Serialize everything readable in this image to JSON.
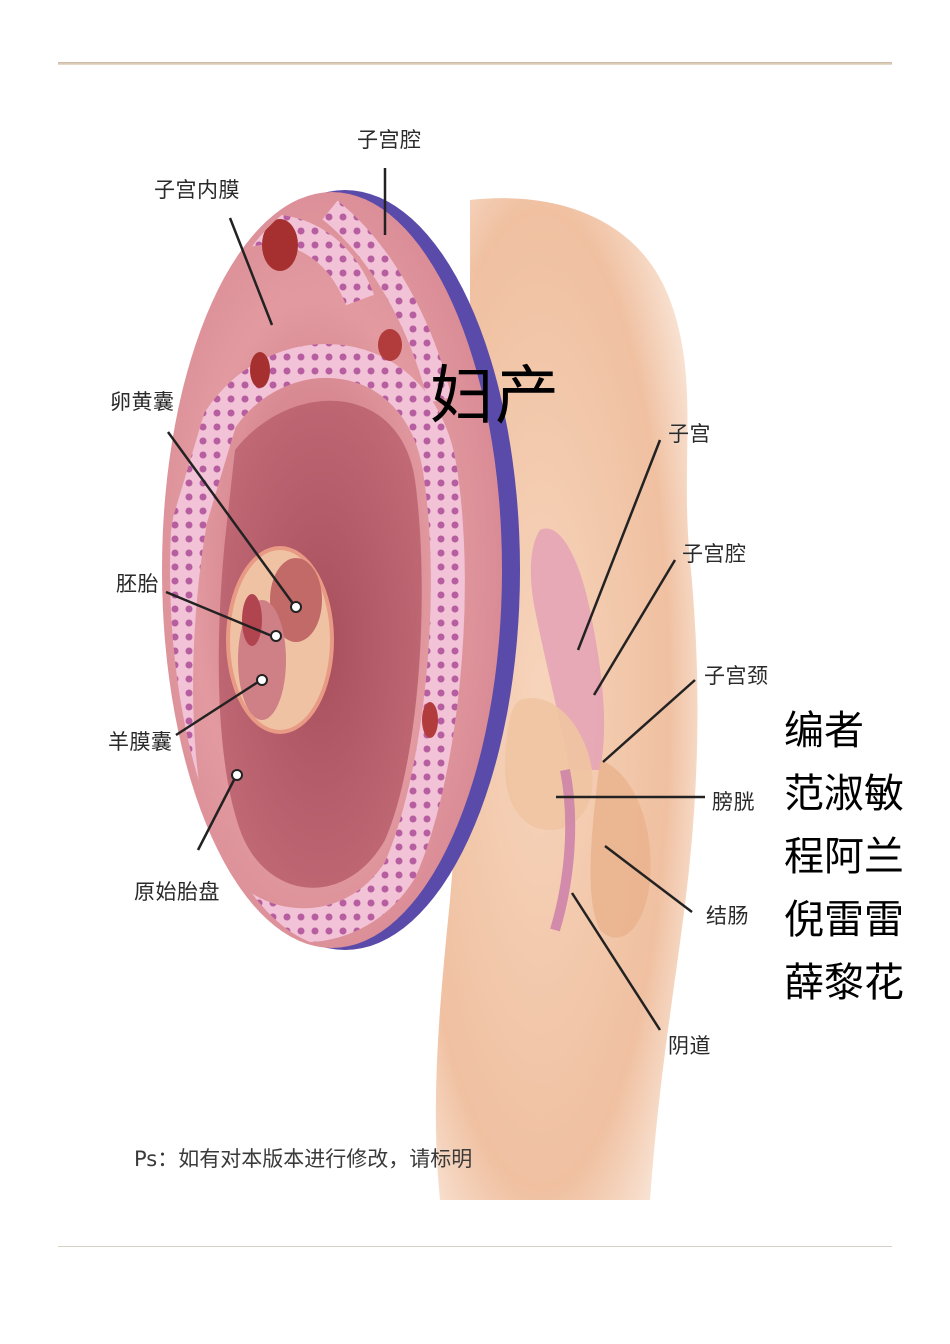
{
  "title": "妇产",
  "authors_heading": "编者",
  "authors": [
    "范淑敏",
    "程阿兰",
    "倪雷雷",
    "薛黎花"
  ],
  "note": "Ps：如有对本版本进行修改，请标明",
  "labels": {
    "uterine_cavity_top": "子宫腔",
    "endometrium": "子宫内膜",
    "yolk_sac": "卵黄囊",
    "embryo": "胚胎",
    "amniotic_sac": "羊膜囊",
    "primitive_placenta": "原始胎盘",
    "uterus": "子宫",
    "uterine_cavity": "子宫腔",
    "cervix": "子宫颈",
    "bladder": "膀胱",
    "colon": "结肠",
    "vagina": "阴道"
  },
  "colors": {
    "tissue": "#e8a3a8",
    "cavity": "#b9606c",
    "serosa": "#5b4fb0",
    "skin": "#f3c6a6"
  }
}
